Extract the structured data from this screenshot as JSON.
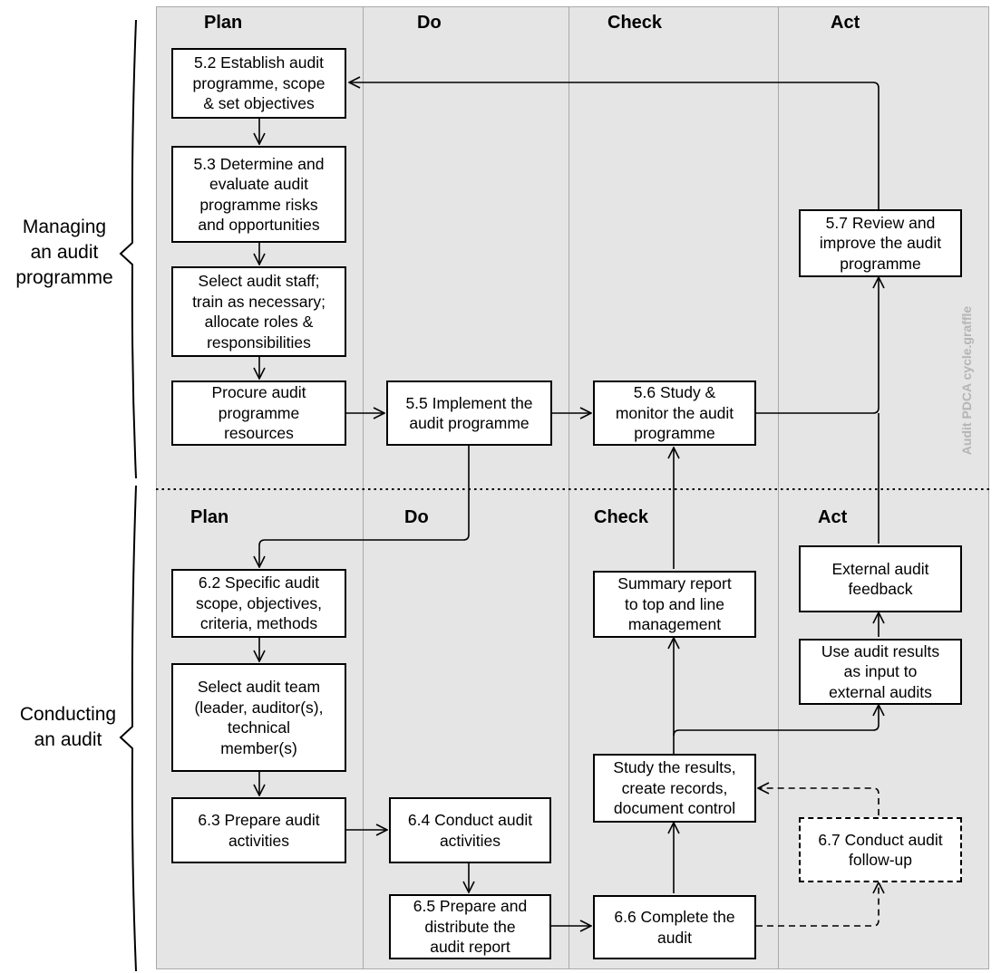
{
  "columns": {
    "top": {
      "plan": "Plan",
      "do": "Do",
      "check": "Check",
      "act": "Act"
    },
    "bottom": {
      "plan": "Plan",
      "do": "Do",
      "check": "Check",
      "act": "Act"
    }
  },
  "sections": {
    "managing": "Managing\nan audit\nprogramme",
    "conducting": "Conducting\nan audit"
  },
  "boxes": {
    "b52": "5.2 Establish audit\nprogramme, scope\n& set  objectives",
    "b53": "5.3 Determine and\nevaluate audit\nprogramme risks\nand opportunities",
    "staff": "Select audit staff;\ntrain as necessary;\nallocate roles &\nresponsibilities",
    "procure": "Procure audit\nprogramme\nresources",
    "b55": "5.5 Implement the\naudit programme",
    "b56": "5.6 Study &\nmonitor the audit\nprogramme",
    "b57": "5.7 Review and\nimprove the audit\nprogramme",
    "b62": "6.2 Specific audit\nscope, objectives,\ncriteria, methods",
    "team": "Select audit team\n(leader, auditor(s),\ntechnical\nmember(s)",
    "b63": "6.3 Prepare audit\nactivities",
    "b64": "6.4 Conduct audit\nactivities",
    "b65": "6.5 Prepare and\ndistribute the\naudit report",
    "b66": "6.6 Complete the\naudit",
    "study": "Study the results,\ncreate records,\ndocument control",
    "summary": "Summary report\nto top and line\nmanagement",
    "useresults": "Use audit results\nas input to\nexternal audits",
    "feedback": "External audit\nfeedback",
    "b67": "6.7 Conduct audit\nfollow-up"
  },
  "watermark": "Audit PDCA cycle.graffle"
}
